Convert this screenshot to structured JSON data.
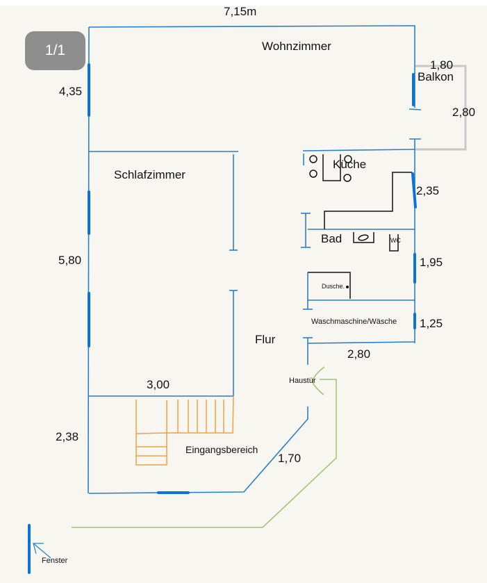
{
  "page_badge": "1/1",
  "colors": {
    "wall": "#2a7fc9",
    "window": "#0a72d8",
    "balcony": "#c8c8c8",
    "stairs": "#f0a040",
    "path": "#9dc46a",
    "furniture": "#111111"
  },
  "dimensions": {
    "total_width": "7,15m",
    "living_height": "4,35",
    "balcony_width": "1,80",
    "balcony_depth": "2,80",
    "kitchen": "2,35",
    "bath": "1,95",
    "laundry": "1,25",
    "hall_width": "2,80",
    "bedroom_height": "5,80",
    "bedroom_width": "3,00",
    "entrance_height": "2,38",
    "entrance_diagonal": "1,70"
  },
  "rooms": {
    "living": "Wohnzimmer",
    "balcony": "Balkon",
    "bedroom": "Schlafzimmer",
    "kitchen": "Küche",
    "bath": "Bad",
    "wc": "WC",
    "shower": "Dusche.",
    "laundry": "Waschmaschine/Wäsche",
    "hall": "Flur",
    "front_door": "Haustür",
    "entrance": "Eingangsbereich",
    "window": "Fenster"
  }
}
